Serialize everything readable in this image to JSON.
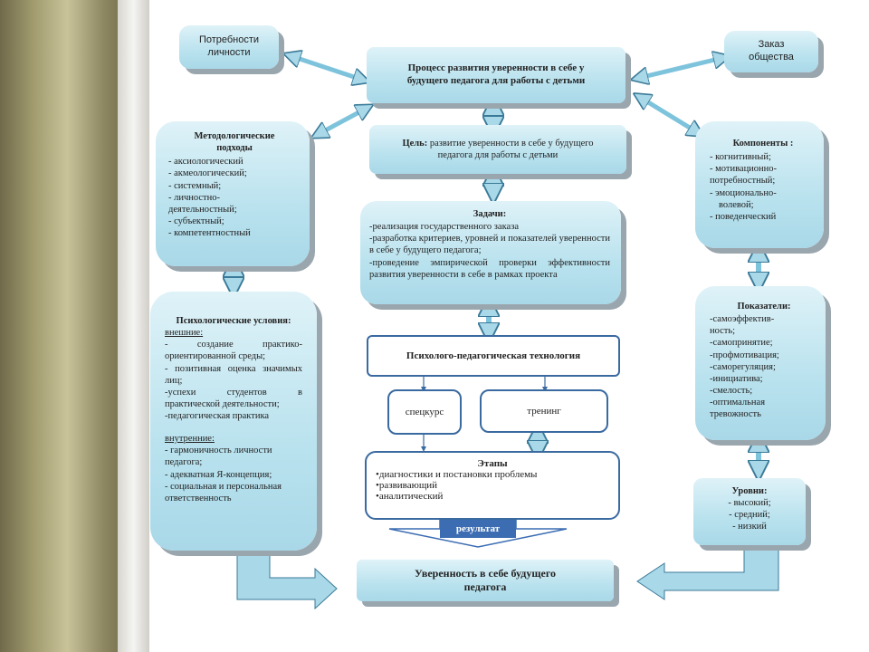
{
  "needs": {
    "label_1": "Потребности",
    "label_2": "личности"
  },
  "process": {
    "line_1": "Процесс развития уверенности в себе у",
    "line_2": "будущего педагога для работы с детьми"
  },
  "order": {
    "line_1": "Заказ",
    "line_2": "общества"
  },
  "goal": {
    "label": "Цель:",
    "text_1": "развитие уверенности в себе у будущего",
    "text_2": "педагога для работы с детьми"
  },
  "methods": {
    "title_1": "Методологические",
    "title_2": "подходы",
    "items": [
      "- аксиологический",
      "- акмеологический;",
      "- системный;",
      "- личностно-",
      "деятельностный;",
      "- субъектный;",
      "- компетентностный"
    ]
  },
  "tasks": {
    "title": "Задачи:",
    "items": [
      "-реализация государственного заказа",
      "-разработка критериев, уровней и показателей уверенности в себе у будущего педагога;",
      "-проведение эмпирической проверки эффективности развития уверенности в себе в рамках проекта"
    ]
  },
  "components": {
    "title": "Компоненты :",
    "items": [
      "- когнитивный;",
      "- мотивационно-",
      "потребностный;",
      "- эмоционально-",
      "волевой;",
      "- поведенческий"
    ]
  },
  "conditions": {
    "title": "Психологические условия:",
    "external_label": "внешние:",
    "external_items": [
      "- создание практико-ориентированной среды;",
      "- позитивная оценка значимых лиц;",
      "-успехи студентов в практической деятельности;",
      "-педагогическая практика"
    ],
    "internal_label": "внутренние:",
    "internal_items": [
      "- гармоничность личности педагога;",
      "- адекватная Я-концепция;",
      "- социальная и персональная ответственность"
    ]
  },
  "technology": {
    "label": "Психолого-педагогическая технология"
  },
  "course": {
    "label": "спецкурс"
  },
  "training": {
    "label": "тренинг"
  },
  "stages": {
    "title": "Этапы",
    "items": [
      "диагностики и постановки проблемы",
      "развивающий",
      "аналитический"
    ]
  },
  "result": {
    "label": "результат"
  },
  "outcome": {
    "line_1": "Уверенность в себе будущего",
    "line_2": "педагога"
  },
  "indicators": {
    "title": "Показатели:",
    "items": [
      "-самоэффектив-",
      "ность;",
      "-самопринятие;",
      "-профмотивация;",
      "-саморегуляция;",
      "-инициатива;",
      "-смелость;",
      "-оптимальная",
      "тревожность"
    ]
  },
  "levels": {
    "title": "Уровни:",
    "items": [
      "- высокий;",
      "- средний;",
      "- низкий"
    ]
  },
  "colors": {
    "box_fill": "#b9e2ee",
    "box_shadow": "#9aa6ad",
    "arrow": "#a9d8e8",
    "border": "#3a6aa0",
    "result": "#3c6db3"
  }
}
